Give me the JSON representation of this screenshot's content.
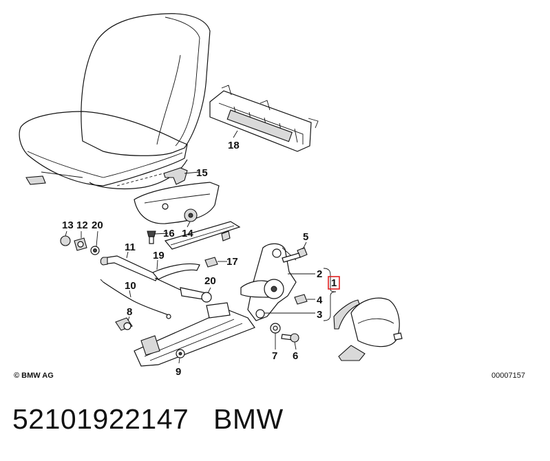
{
  "diagram": {
    "callouts": [
      "13",
      "12",
      "20",
      "11",
      "19",
      "10",
      "8",
      "9",
      "15",
      "14",
      "16",
      "17",
      "20",
      "18",
      "5",
      "2",
      "1",
      "4",
      "3",
      "7",
      "6"
    ],
    "highlight_color": "#e02020"
  },
  "footer": {
    "copyright": "© BMW AG",
    "reference": "00007157"
  },
  "caption": {
    "part_number": "52101922147",
    "brand": "BMW"
  }
}
